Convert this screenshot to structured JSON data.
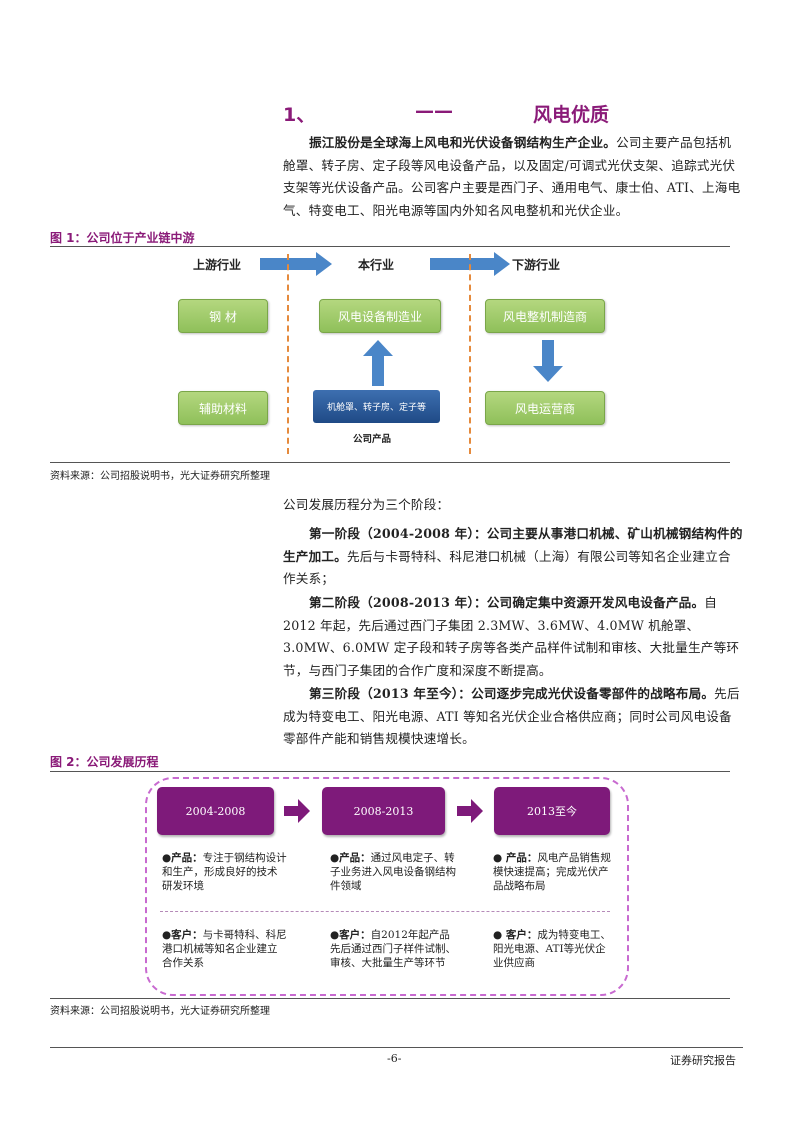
{
  "section_heading": {
    "number": "1、",
    "dash": "——",
    "title": "风电优质"
  },
  "intro": {
    "bold": "振江股份是全球海上风电和光伏设备钢结构生产企业。",
    "rest": "公司主要产品包括机舱罩、转子房、定子段等风电设备产品，以及固定/可调式光伏支架、追踪式光伏支架等光伏设备产品。公司客户主要是西门子、通用电气、康士伯、ATI、上海电气、特变电工、阳光电源等国内外知名风电整机和光伏企业。"
  },
  "figure1": {
    "title": "图 1：公司位于产业链中游",
    "stages": {
      "upstream": "上游行业",
      "current": "本行业",
      "downstream": "下游行业"
    },
    "boxes": {
      "steel": "钢  材",
      "aux": "辅助材料",
      "manufacturing": "风电设备制造业",
      "products": "机舱罩、转子房、定子等",
      "products_label": "公司产品",
      "oem": "风电整机制造商",
      "operator": "风电运营商"
    },
    "source": "资料来源：公司招股说明书，光大证券研究所整理"
  },
  "history": {
    "intro": "公司发展历程分为三个阶段：",
    "phase1": {
      "bold": "第一阶段（2004-2008 年）：公司主要从事港口机械、矿山机械钢结构件的生产加工。",
      "rest": "先后与卡哥特科、科尼港口机械（上海）有限公司等知名企业建立合作关系；"
    },
    "phase2": {
      "bold": "第二阶段（2008-2013 年）：公司确定集中资源开发风电设备产品。",
      "rest": "自 2012 年起，先后通过西门子集团 2.3MW、3.6MW、4.0MW 机舱罩、3.0MW、6.0MW 定子段和转子房等各类产品样件试制和审核、大批量生产等环节，与西门子集团的合作广度和深度不断提高。"
    },
    "phase3": {
      "bold": "第三阶段（2013 年至今）：公司逐步完成光伏设备零部件的战略布局。",
      "rest": "先后成为特变电工、阳光电源、ATI 等知名光伏企业合格供应商；同时公司风电设备零部件产能和销售规模快速增长。"
    }
  },
  "figure2": {
    "title": "图 2：公司发展历程",
    "periods": [
      "2004-2008",
      "2008-2013",
      "2013至今"
    ],
    "products": [
      {
        "label": "●产品：",
        "text": "专注于钢结构设计和生产，形成良好的技术研发环境"
      },
      {
        "label": "●产品：",
        "text": "通过风电定子、转子业务进入风电设备钢结构件领域"
      },
      {
        "label": "● 产品：",
        "text": "风电产品销售规模快速提高；完成光伏产品战略布局"
      }
    ],
    "customers": [
      {
        "label": "●客户：",
        "text": "与卡哥特科、科尼港口机械等知名企业建立合作关系"
      },
      {
        "label": "●客户：",
        "text": "自2012年起产品先后通过西门子样件试制、审核、大批量生产等环节"
      },
      {
        "label": "● 客户：",
        "text": "成为特变电工、阳光电源、ATI等光伏企业供应商"
      }
    ],
    "source": "资料来源：公司招股说明书，光大证券研究所整理"
  },
  "footer": {
    "page": "-6-",
    "report": "证券研究报告"
  },
  "colors": {
    "accent": "#8a1a78",
    "green": "#9bc965",
    "blue_arrow": "#4a86c8",
    "orange_dash": "#e58a3c",
    "purple": "#7e1a7a"
  }
}
